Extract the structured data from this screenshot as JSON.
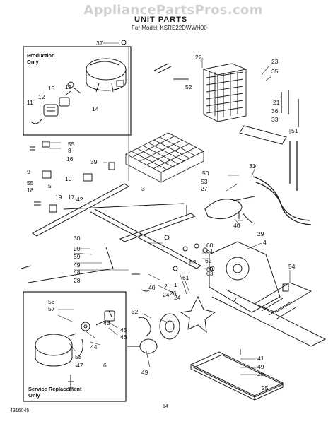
{
  "watermark": "AppliancePartsPros.com",
  "header": {
    "title": "UNIT PARTS",
    "model_line": "For Model: KSRS22DWWH00"
  },
  "boxes": {
    "production_only": [
      "Production",
      "Only"
    ],
    "service_replacement": [
      "Service Replacement",
      "Only"
    ]
  },
  "callouts": [
    "37",
    "22",
    "23",
    "35",
    "52",
    "11",
    "12",
    "15",
    "13",
    "14",
    "21",
    "36",
    "33",
    "55",
    "8",
    "9",
    "16",
    "39",
    "51",
    "10",
    "55",
    "18",
    "5",
    "19",
    "17",
    "42",
    "3",
    "50",
    "53",
    "31",
    "27",
    "29",
    "30",
    "20",
    "59",
    "49",
    "48",
    "7",
    "60",
    "61",
    "62",
    "40",
    "4",
    "54",
    "28",
    "56",
    "57",
    "63",
    "62",
    "63",
    "61",
    "2",
    "32",
    "24",
    "40",
    "26",
    "25",
    "58",
    "6",
    "43",
    "44",
    "45",
    "46",
    "47",
    "41",
    "49",
    "25",
    "49",
    "1",
    "24"
  ],
  "footer": {
    "code": "4316045",
    "page": "14"
  }
}
